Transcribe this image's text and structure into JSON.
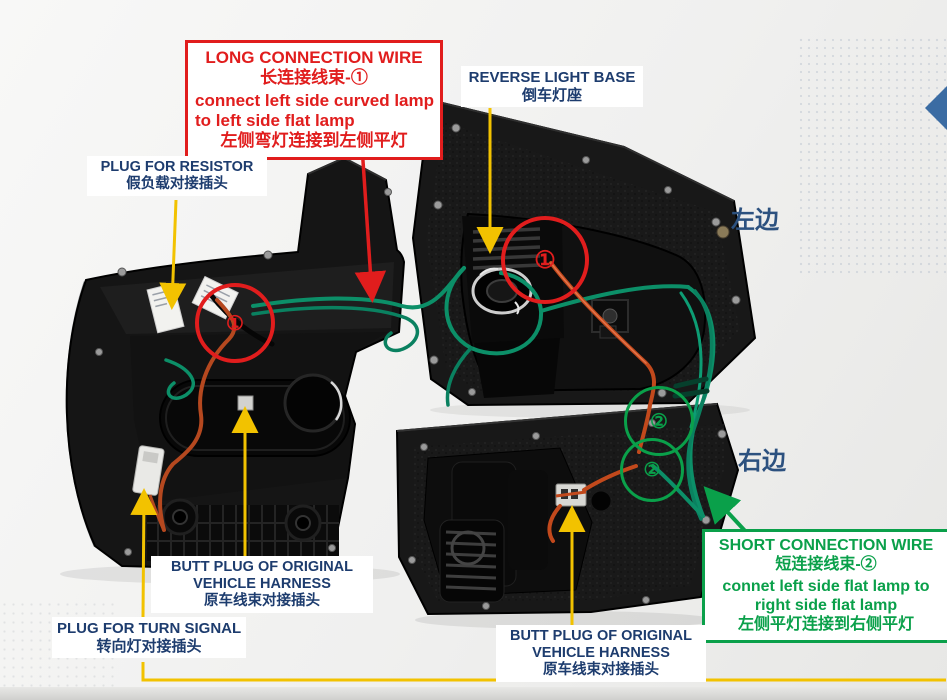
{
  "annotations": {
    "long_box": {
      "line1": "LONG CONNECTION WIRE",
      "line2": "长连接线束-①",
      "line3": "connect left side curved lamp",
      "line4": "to left side flat lamp",
      "line5": "左侧弯灯连接到左侧平灯"
    },
    "short_box": {
      "line1": "SHORT CONNECTION WIRE",
      "line2": "短连接线束-②",
      "line3": "connet left side flat lamp to",
      "line4": "right side flat lamp",
      "line5": "左侧平灯连接到右侧平灯"
    },
    "labels": {
      "reverse": {
        "en": "REVERSE LIGHT BASE",
        "zh": "倒车灯座"
      },
      "resistor": {
        "en": "PLUG FOR RESISTOR",
        "zh": "假负载对接插头"
      },
      "butt_left": {
        "l1": "BUTT PLUG OF ORIGINAL",
        "l2": "VEHICLE HARNESS",
        "l3": "原车线束对接插头"
      },
      "turn": {
        "en": "PLUG FOR TURN SIGNAL",
        "zh": "转向灯对接插头"
      },
      "butt_right": {
        "l1": "BUTT PLUG OF ORIGINAL",
        "l2": "VEHICLE HARNESS",
        "l3": "原车线束对接插头"
      }
    },
    "sides": {
      "left": "左边",
      "right": "右边"
    },
    "markers": {
      "one": "①",
      "two": "②"
    }
  },
  "colors": {
    "annotation_red": "#e11d1d",
    "annotation_green": "#0aa04a",
    "leader_yellow": "#f2c200",
    "label_navy": "#1d3c6e",
    "side_label_blue": "#2c517f",
    "wire_green": "#0c8f68",
    "wire_orange": "#c2491c",
    "carousel_blue": "#3b6ca3"
  }
}
